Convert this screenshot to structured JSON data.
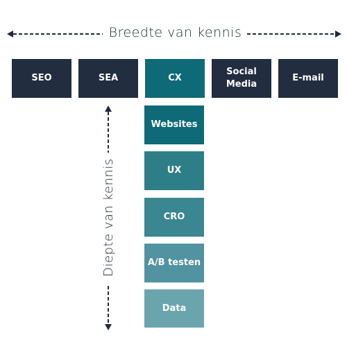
{
  "axes": {
    "horizontal_label": "Breedte van kennis",
    "vertical_label": "Diepte van kennis"
  },
  "top_row": [
    {
      "label": "SEO",
      "color": "#222d3f"
    },
    {
      "label": "SEA",
      "color": "#222d3f"
    },
    {
      "label": "CX",
      "color": "#0e6a77"
    },
    {
      "label": "Social Media",
      "color": "#222d3f"
    },
    {
      "label": "E-mail",
      "color": "#222d3f"
    }
  ],
  "stack": [
    {
      "label": "Websites",
      "color": "#0e6a77"
    },
    {
      "label": "UX",
      "color": "#2e7e88"
    },
    {
      "label": "CRO",
      "color": "#3a8691"
    },
    {
      "label": "A/B testen",
      "color": "#5193a0"
    },
    {
      "label": "Data",
      "color": "#6aa5ae"
    }
  ],
  "colors": {
    "text_dark": "#1e2a3d",
    "arrow": "#1e2a3d"
  }
}
